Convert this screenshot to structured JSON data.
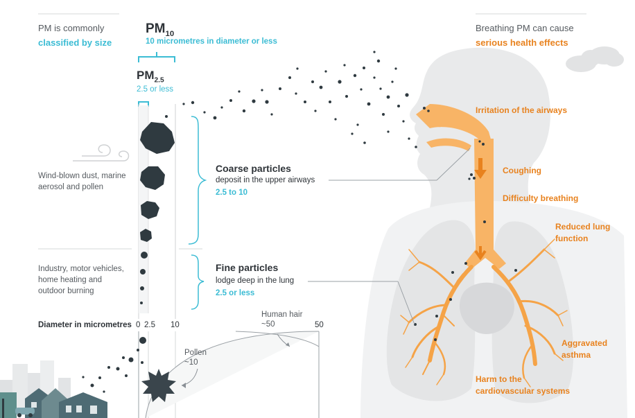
{
  "left_intro": {
    "line1": "PM is commonly",
    "line2": "classified by size"
  },
  "pm10": {
    "title": "PM",
    "sub": "10",
    "desc": "10 micrometres in diameter or less"
  },
  "pm25": {
    "title": "PM",
    "sub": "2.5",
    "desc": "2.5 or less"
  },
  "right_intro": {
    "line1": "Breathing PM can cause",
    "line2": "serious health effects"
  },
  "sources": {
    "natural": [
      "Wind-blown dust, marine",
      "aerosol and pollen"
    ],
    "human": [
      "Industry, motor vehicles,",
      "home heating and",
      "outdoor burning"
    ]
  },
  "coarse": {
    "title": "Coarse particles",
    "desc": "deposit in the upper airways",
    "range": "2.5 to 10"
  },
  "fine": {
    "title": "Fine particles",
    "desc": "lodge deep in the lung",
    "range": "2.5 or less"
  },
  "scale": {
    "label": "Diameter in micrometres",
    "ticks": [
      "0",
      "2.5",
      "10",
      "50"
    ]
  },
  "comparisons": {
    "hair": [
      "Human hair",
      "~50"
    ],
    "pollen": [
      "Pollen",
      "~10"
    ]
  },
  "effects": [
    [
      "Irritation of the airways"
    ],
    [
      "Coughing"
    ],
    [
      "Difficulty breathing"
    ],
    [
      "Reduced lung",
      "function"
    ],
    [
      "Aggravated",
      "asthma"
    ],
    [
      "Harm to the",
      "cardiovascular systems"
    ]
  ],
  "colors": {
    "cyan": "#3bbcd4",
    "orange": "#e8821e",
    "airway": "#f8b466",
    "particle": "#2f3a40",
    "silhouette": "#e9eaeb"
  }
}
